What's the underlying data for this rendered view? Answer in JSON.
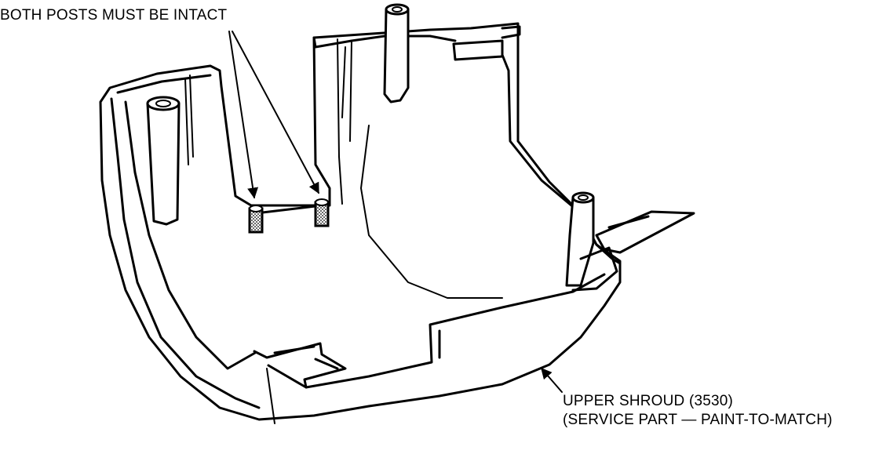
{
  "figure": {
    "callout_posts": "BOTH POSTS MUST BE INTACT",
    "callout_part_name": "UPPER SHROUD (3530)",
    "callout_part_note": "(SERVICE PART — PAINT-TO-MATCH)"
  },
  "colors": {
    "line": "#000000",
    "background": "#ffffff",
    "post_stipple": "#808080"
  }
}
